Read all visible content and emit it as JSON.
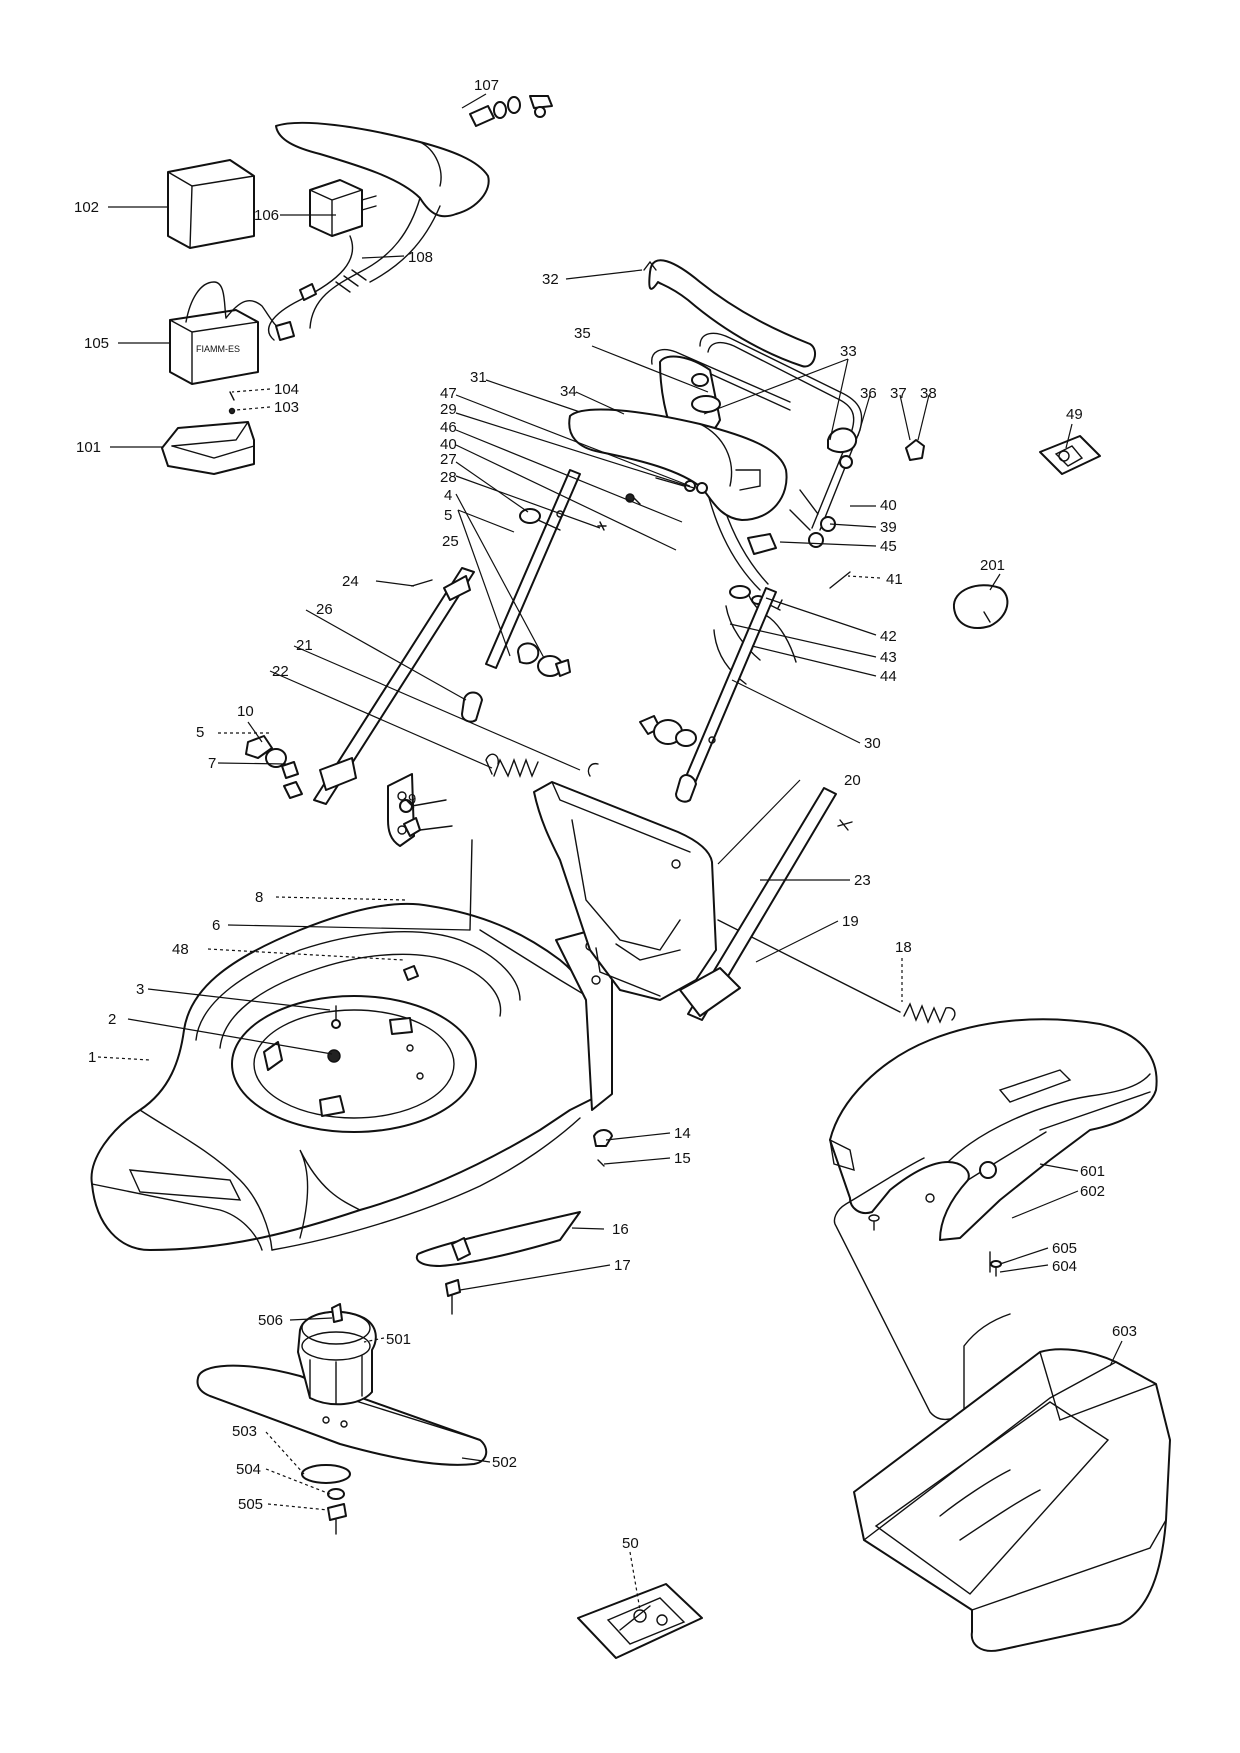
{
  "labels": {
    "l1": "1",
    "l2": "2",
    "l3": "3",
    "l4": "4",
    "l5a": "5",
    "l5b": "5",
    "l6": "6",
    "l7": "7",
    "l8": "8",
    "l9": "9",
    "l10": "10",
    "l14": "14",
    "l15": "15",
    "l16": "16",
    "l17": "17",
    "l18": "18",
    "l19": "19",
    "l20": "20",
    "l21": "21",
    "l22": "22",
    "l23": "23",
    "l24": "24",
    "l25": "25",
    "l26": "26",
    "l27": "27",
    "l28": "28",
    "l29": "29",
    "l30": "30",
    "l31": "31",
    "l32": "32",
    "l33": "33",
    "l34": "34",
    "l35": "35",
    "l36": "36",
    "l37": "37",
    "l38": "38",
    "l39": "39",
    "l40a": "40",
    "l40b": "40",
    "l41": "41",
    "l42": "42",
    "l43": "43",
    "l44": "44",
    "l45": "45",
    "l46": "46",
    "l47": "47",
    "l48": "48",
    "l49": "49",
    "l50": "50",
    "l101": "101",
    "l102": "102",
    "l103": "103",
    "l104": "104",
    "l105": "105",
    "l106": "106",
    "l107": "107",
    "l108": "108",
    "l201": "201",
    "l501": "501",
    "l502": "502",
    "l503": "503",
    "l504": "504",
    "l505": "505",
    "l506": "506",
    "l601": "601",
    "l602": "602",
    "l603": "603",
    "l604": "604",
    "l605": "605"
  },
  "battery_marking": "FIAMM-ES"
}
